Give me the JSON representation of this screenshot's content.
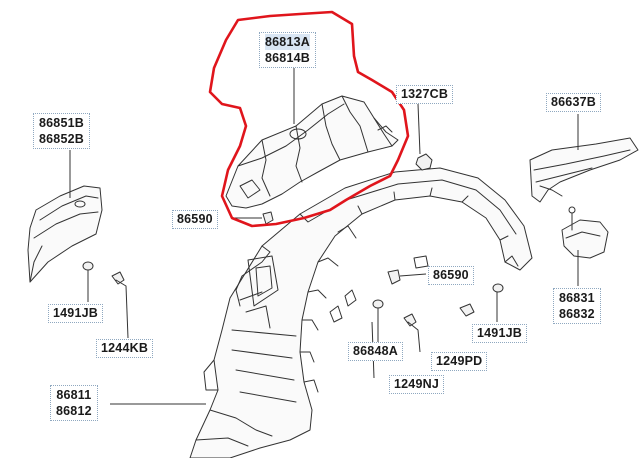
{
  "diagram": {
    "highlight_color": "#d9e6f4",
    "circle_color": "#e0151c",
    "line_color": "#333333",
    "labels": {
      "p86813A": "86813A",
      "p86814B": "86814B",
      "p1327CB": "1327CB",
      "p86851B": "86851B",
      "p86852B": "86852B",
      "p86637B": "86637B",
      "p86590a": "86590",
      "p86590b": "86590",
      "p1491JBleft": "1491JB",
      "p1244KB": "1244KB",
      "p86831": "86831",
      "p86832": "86832",
      "p1491JBright": "1491JB",
      "p86848A": "86848A",
      "p1249PD": "1249PD",
      "p1249NJ": "1249NJ",
      "p86811": "86811",
      "p86812": "86812"
    }
  }
}
